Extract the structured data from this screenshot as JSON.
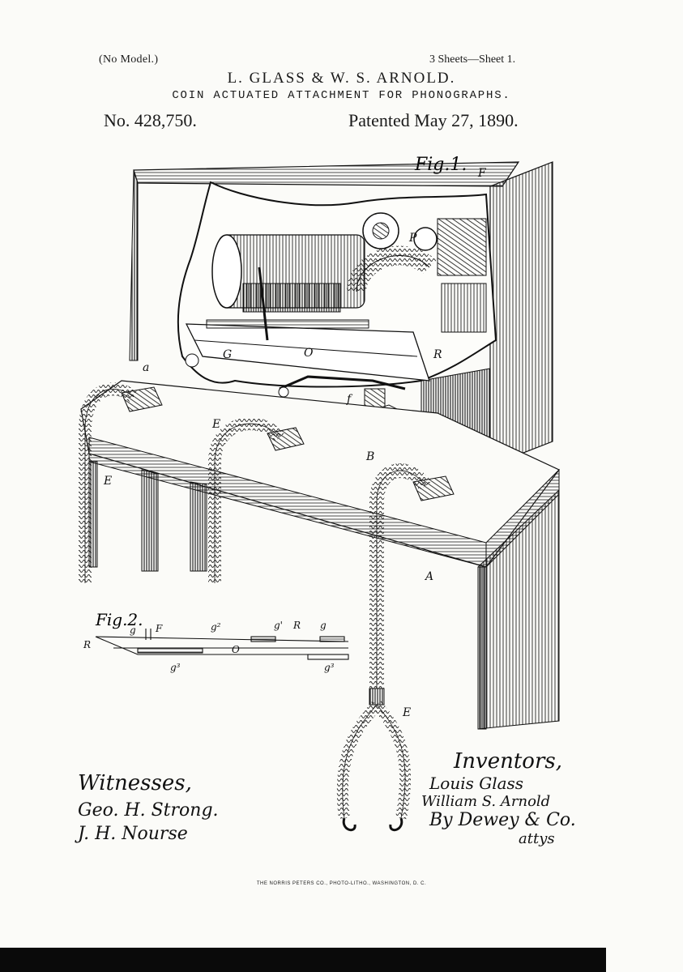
{
  "header": {
    "no_model": "(No Model.)",
    "sheets": "3 Sheets—Sheet 1.",
    "inventor_names": "L. GLASS & W. S. ARNOLD.",
    "title": "COIN ACTUATED ATTACHMENT FOR PHONOGRAPHS.",
    "patent_number": "No. 428,750.",
    "patent_date": "Patented May 27, 1890."
  },
  "figures": {
    "fig1_label": "Fig.1.",
    "fig2_label": "Fig.2."
  },
  "labels": {
    "A": "A",
    "B": "B",
    "E": "E",
    "F": "F",
    "P": "P",
    "R": "R",
    "O": "O",
    "G": "G",
    "a": "a",
    "f": "f",
    "g": "g",
    "g2": "g²",
    "g3": "g³",
    "g1": "g'"
  },
  "signatures": {
    "witnesses_heading": "Witnesses,",
    "witness_1": "Geo. H. Strong.",
    "witness_2": "J. H. Nourse",
    "inventors_heading": "Inventors,",
    "inventor_1": "Louis Glass",
    "inventor_2": "William S. Arnold",
    "attorney": "By Dewey & Co.",
    "attys": "attys"
  },
  "footer": {
    "printer": "THE NORRIS PETERS CO., PHOTO-LITHO., WASHINGTON, D. C."
  }
}
